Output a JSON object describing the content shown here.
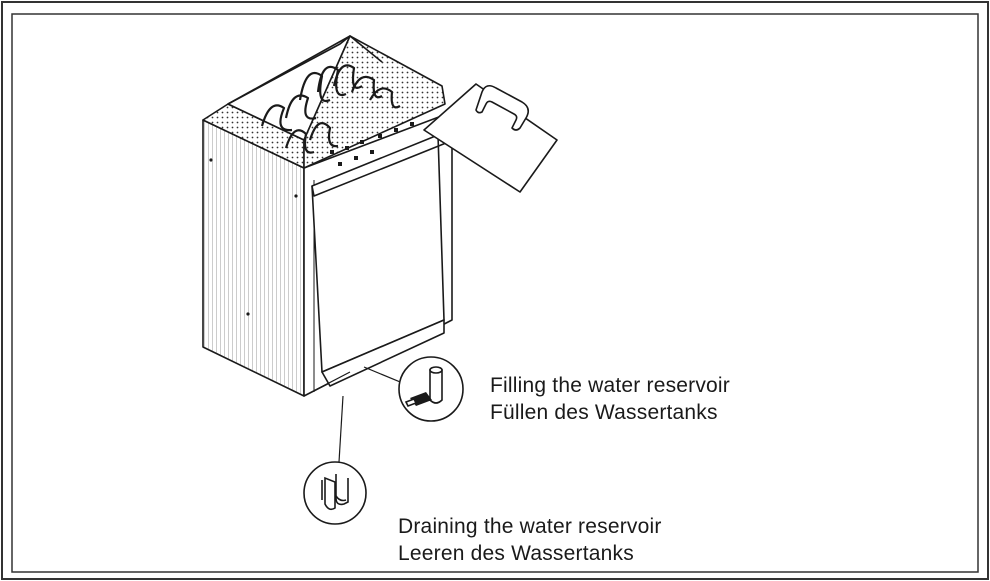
{
  "labels": {
    "fill": {
      "english": "Filling the water reservoir",
      "german": "Füllen des Wassertanks"
    },
    "drain": {
      "english": "Draining the water reservoir",
      "german": "Leeren des Wassertanks"
    }
  },
  "icons": {
    "heater": "sauna-heater-icon",
    "lid": "reservoir-lid-icon",
    "fill_detail": "fill-detail-icon",
    "drain_detail": "drain-detail-icon"
  },
  "colors": {
    "line": "#1a1a1a",
    "frame": "#333333",
    "background": "#ffffff"
  }
}
